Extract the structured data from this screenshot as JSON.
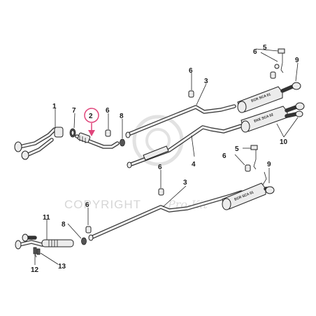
{
  "diagram": {
    "callouts": [
      "1",
      "2",
      "3",
      "4",
      "5",
      "6",
      "7",
      "8",
      "9",
      "10",
      "11",
      "12",
      "13"
    ],
    "highlighted_callout": "2",
    "muffler_labels": [
      "ECR SCA 01",
      "EKE SCA 02",
      "ECR SCA 01"
    ],
    "watermark": {
      "text": "COPYRIGHT",
      "brand": "Pro-Kit"
    },
    "colors": {
      "line": "#222222",
      "highlight": "#e0457b",
      "watermark": "#d6d6d6"
    }
  }
}
